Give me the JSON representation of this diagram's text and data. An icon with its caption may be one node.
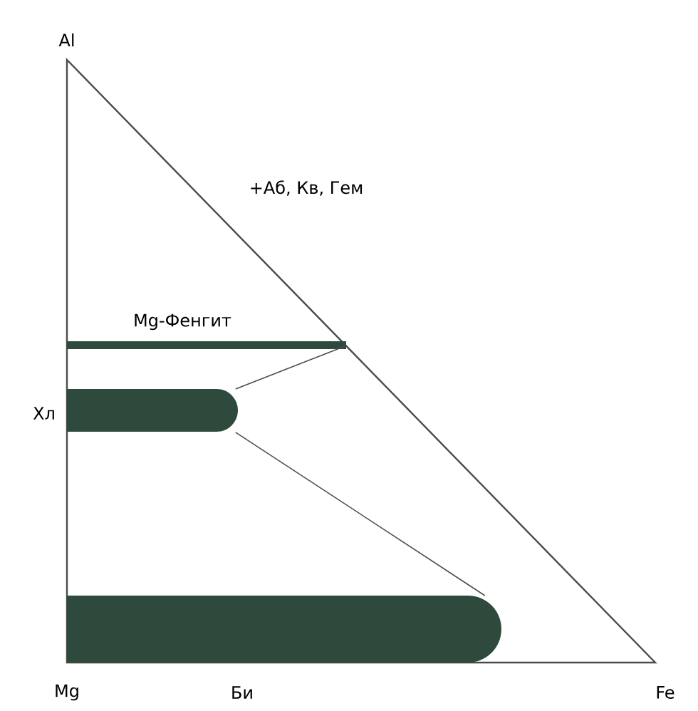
{
  "diagram": {
    "nodes": [
      {
        "text": [
          "Mg-Фенгит"
        ]
      },
      {
        "text": [],
        "shape": "bar",
        "beside": [
          "Хл"
        ]
      },
      {
        "text": [],
        "shape": "bar",
        "beside": [
          "Би"
        ]
      }
    ],
    "edges": [
      {
        "from": 0,
        "to": 1,
        "arrow": "none"
      },
      {
        "from": 1,
        "to": 2,
        "arrow": "none"
      }
    ],
    "labels": [
      "Al",
      "+Аб, Кв, Гем",
      "Mg",
      "Fe"
    ]
  }
}
